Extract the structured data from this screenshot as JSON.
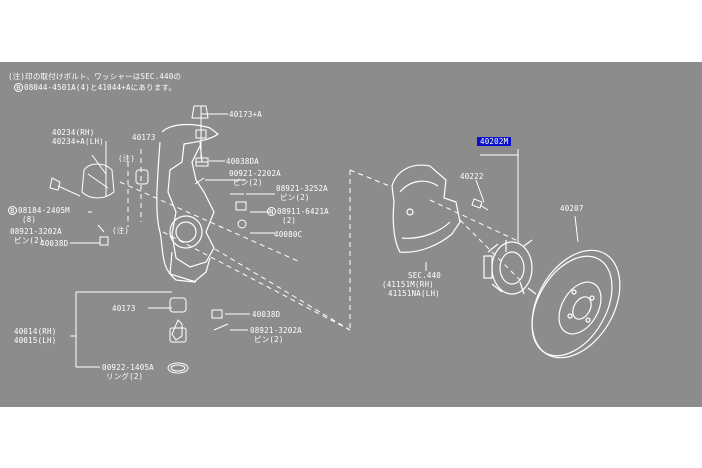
{
  "diagram": {
    "note": {
      "line1": "(注)印の取付けボルト、ワッシャーはSEC.440の",
      "line2": "08044-4501A(4)と41044+Aにあります。"
    },
    "parts": {
      "p40173A": "40173+A",
      "p40234rh": "40234(RH)",
      "p40234lh": "40234+A(LH)",
      "p40173": "40173",
      "note_mark1": "(注)",
      "p40038DA": "40038DA",
      "p00921": "00921-2202A",
      "p00921_sub": "ピン(2)",
      "p08921_3252": "08921-3252A",
      "p08921_3252_sub": "ピン(2)",
      "p08911": "08911-6421A",
      "p08911_sub": "(2)",
      "p08184": "08184-2405M",
      "p08184_sub": "(8)",
      "p08921_3202": "08921-3202A",
      "p08921_3202_sub": "ピン(2)",
      "note_mark2": "(注)",
      "p40038D_a": "40038D",
      "p40080C": "40080C",
      "p40173b": "40173",
      "p40038D_b": "40038D",
      "p08921_3202b": "08921-3202A",
      "p08921_3202b_sub": "ピン(2)",
      "p40014": "40014(RH)",
      "p40015": "40015(LH)",
      "p00922": "00922-1405A",
      "p00922_sub": "リング(2)",
      "sec440": "SEC.440",
      "p41151M": "(41151M(RH)",
      "p41151NA": "41151NA(LH)",
      "p40202M": "40202M",
      "p40222": "40222",
      "p40207": "40207"
    },
    "symbols": {
      "b": "B",
      "n": "N"
    },
    "colors": {
      "background": "#8c8c8c",
      "line": "#ffffff",
      "highlight": "#0a10c8"
    }
  }
}
